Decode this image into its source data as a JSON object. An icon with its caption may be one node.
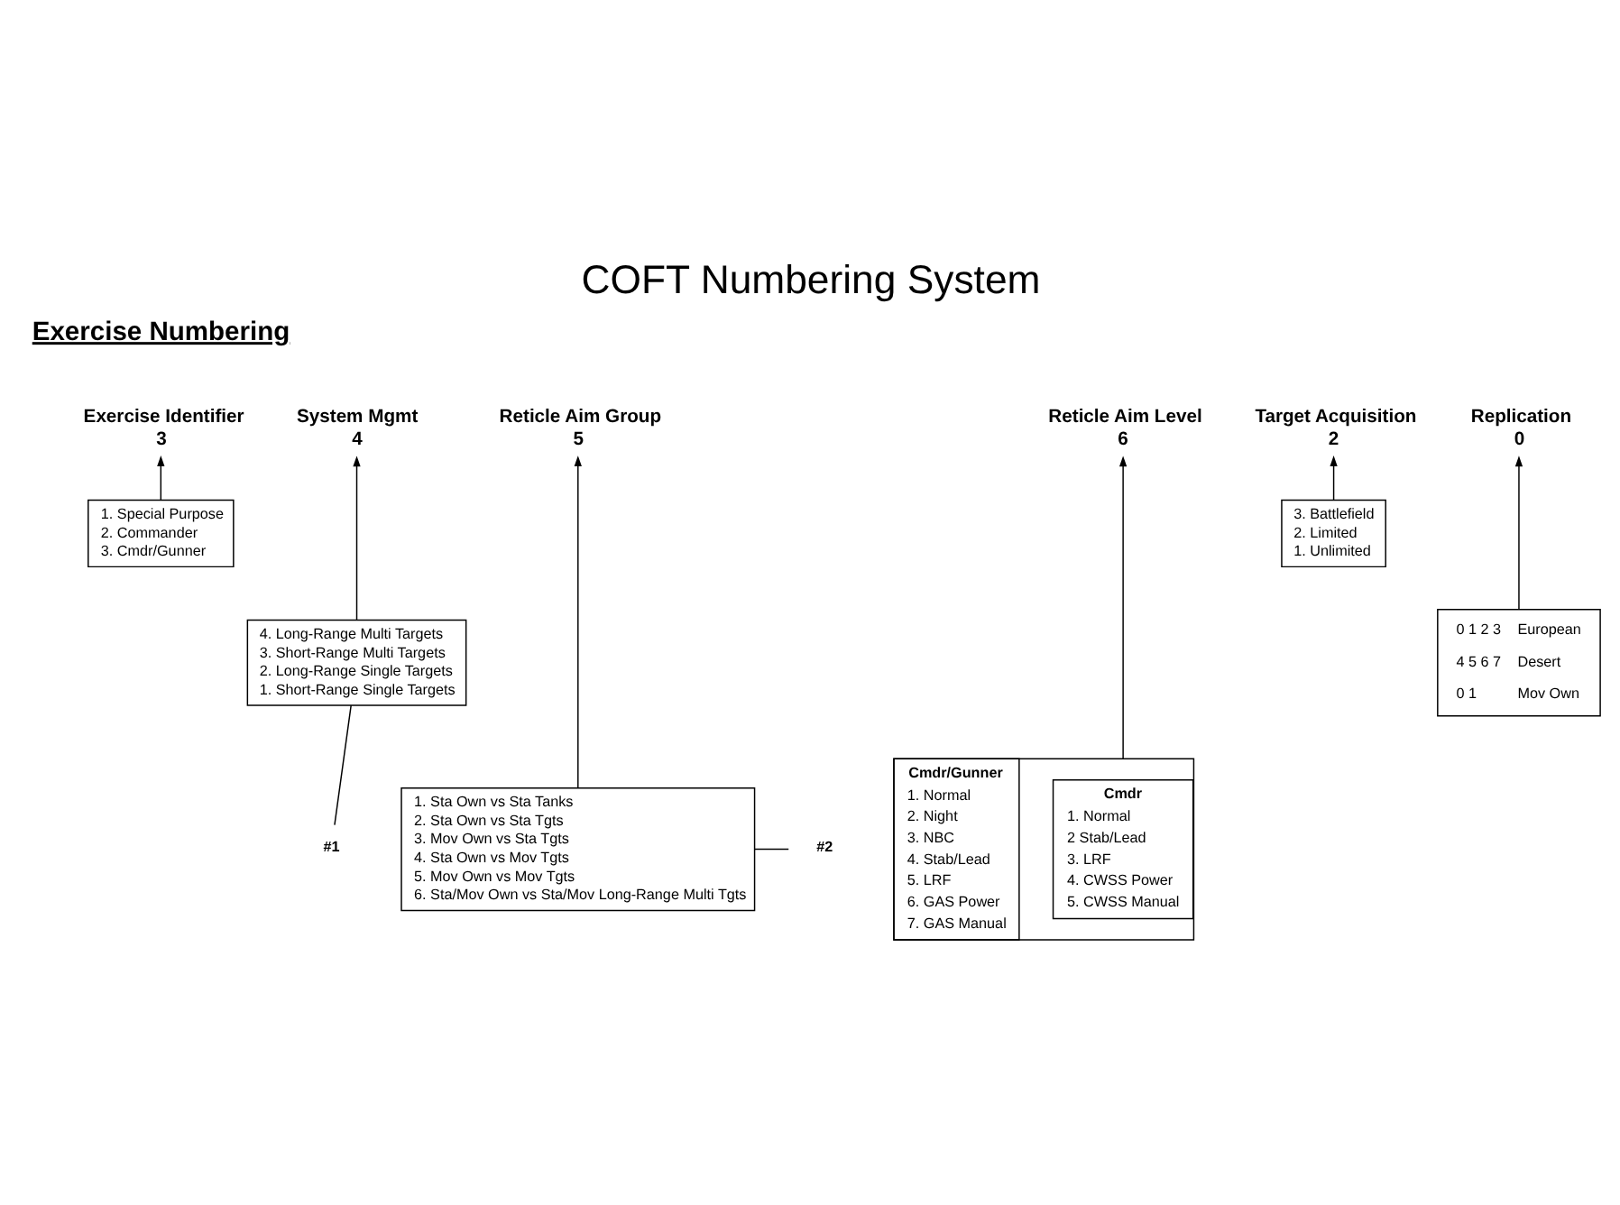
{
  "diagram": {
    "title": "COFT Numbering System",
    "nodes": [
      {
        "text": [
          "Exercise Identifier",
          "3"
        ]
      },
      {
        "text": [
          "System Mgmt",
          "4"
        ]
      },
      {
        "text": [
          "Reticle Aim Group",
          "5"
        ]
      },
      {
        "text": [
          "Reticle Aim Level",
          "6"
        ]
      },
      {
        "text": [
          "Target Acquisition",
          "2"
        ]
      },
      {
        "text": [
          "Replication",
          "0"
        ]
      },
      {
        "text": [
          "1. Special Purpose",
          "2. Commander",
          "3. Cmdr/Gunner"
        ]
      },
      {
        "text": [
          "4. Long-Range Multi Targets",
          "3. Short-Range Multi Targets",
          "2. Long-Range Single Targets",
          "1. Short-Range Single Targets"
        ]
      },
      {
        "text": [
          "1. Sta Own vs Sta Tanks",
          "2. Sta Own vs Sta Tgts",
          "3. Mov Own vs Sta Tgts",
          "4. Sta Own vs Mov Tgts",
          "5. Mov Own vs Mov Tgts",
          "6. Sta/Mov Own vs Sta/Mov Long-Range Multi Tgts"
        ]
      },
      {
        "text": [],
        "shape": "box"
      },
      {
        "text": [
          "Cmdr",
          "1. Normal",
          "2 Stab/Lead",
          "3. LRF",
          "4. CWSS Power",
          "5. CWSS Manual"
        ],
        "in": 9
      },
      {
        "text": [
          "Cmdr/Gunner",
          "1. Normal",
          "2. Night",
          "3. NBC",
          "4. Stab/Lead",
          "5. LRF",
          "6. GAS Power",
          "7. GAS Manual"
        ],
        "in": 9
      },
      {
        "text": [
          "3. Battlefield",
          "2. Limited",
          "1. Unlimited"
        ]
      },
      {
        "text": [
          "0 1 2 3",
          "European",
          "4 5 6 7",
          "Desert",
          "0 1",
          "Mov Own"
        ]
      },
      {
        "text": [
          "#1"
        ]
      },
      {
        "text": [
          "#2"
        ]
      }
    ],
    "edges": [
      {
        "from": 6,
        "to": 0,
        "arrow": "to"
      },
      {
        "from": 7,
        "to": 1,
        "arrow": "to"
      },
      {
        "from": 8,
        "to": 2,
        "arrow": "to"
      },
      {
        "from": 9,
        "to": 3,
        "arrow": "to"
      },
      {
        "from": 12,
        "to": 4,
        "arrow": "to"
      },
      {
        "from": 13,
        "to": 5,
        "arrow": "to"
      },
      {
        "from": 7,
        "to": 14,
        "arrow": "none"
      },
      {
        "from": 8,
        "to": 15,
        "arrow": "none"
      }
    ],
    "labels": [
      "Exercise Numbering"
    ]
  }
}
